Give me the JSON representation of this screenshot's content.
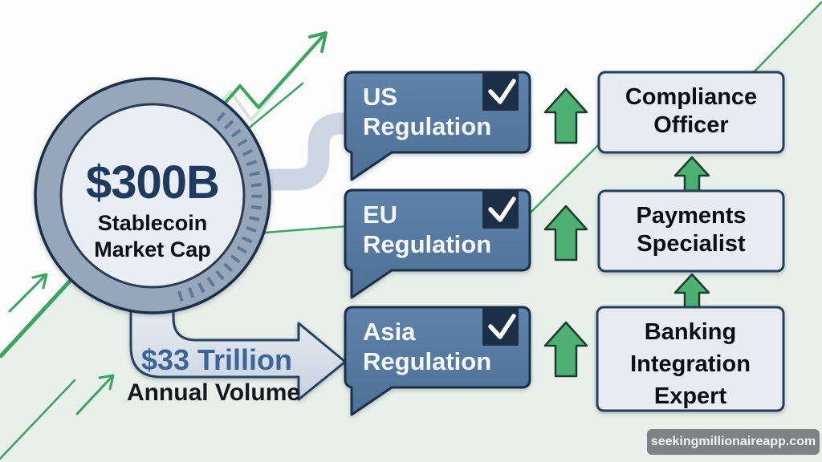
{
  "palette": {
    "green": "#3BA55F",
    "green_fill": "#4CB173",
    "navy": "#1B2F47",
    "box_blue": "#56799F",
    "panel": "#E8ECF0",
    "panel_border": "#24405A",
    "coin_ring": "#97A7BB",
    "coin_face": "#E9EEF4",
    "connector": "#CDD6E2",
    "value_blue": "#3A6697",
    "tint": "#E9F0EB",
    "watermark_bg": "#7E8284"
  },
  "coin": {
    "value": "$300B",
    "caption": "Stablecoin\nMarket Cap"
  },
  "volume": {
    "value": "$33 Trillion",
    "label": "Annual Volume"
  },
  "regulations": [
    {
      "label": "US\nRegulation",
      "checked": true
    },
    {
      "label": "EU\nRegulation",
      "checked": true
    },
    {
      "label": "Asia\nRegulation",
      "checked": true
    }
  ],
  "roles": [
    {
      "label": "Compliance\nOfficer"
    },
    {
      "label": "Payments\nSpecialist"
    },
    {
      "label": "Banking\nIntegration\nExpert"
    }
  ],
  "watermark": {
    "text": "seekingmillionaireapp.com"
  }
}
